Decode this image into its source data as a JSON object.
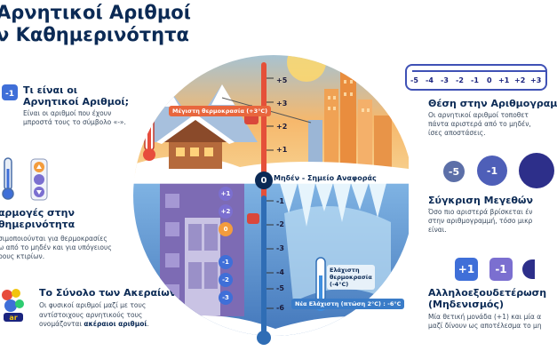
{
  "title_line1": "Αρνητικοί Αριθμοί",
  "title_line2": "ν Καθημερινότητα",
  "what": {
    "icon_text": "-1",
    "heading1": "Τι είναι οι",
    "heading2": "Αρνητικοί Αριθμοί;",
    "text1": "Είναι οι αριθμοί που έχουν",
    "text2": "μπροστά τους το σύμβολο «-»."
  },
  "applications": {
    "heading1": "αρμογές στην",
    "heading2": "θημερινότητα",
    "text1": "σιμοποιούνται για θερμοκρασίες",
    "text2": "ω από το μηδέν και για υπόγειους",
    "text3": "ρους κτιρίων."
  },
  "integers": {
    "heading": "Το Σύνολο των Ακεραίων",
    "text1": "Οι φυσικοί αριθμοί μαζί με τους",
    "text2": "αντίστοιχους αρνητικούς τους",
    "text3_pre": "ονομάζονται ",
    "text3_bold": "ακέραιοι αριθμοί",
    "text3_post": "."
  },
  "logo_text": "ar",
  "scene": {
    "max_temp": "Μέγιστη θερμοκρασία (+3°C)",
    "zero_label": "Μηδέν - Σημείο Αναφοράς",
    "zero_mark": "0",
    "min_temp1": "Ελάχιστη",
    "min_temp2": "θερμοκρασία",
    "min_temp3": "(-4°C)",
    "new_min": "Νέα Ελάχιστη (πτώση 2°C) : -6°C",
    "ticks_pos": [
      "+5",
      "+3",
      "+2",
      "+1"
    ],
    "ticks_neg": [
      "-1",
      "-2",
      "-3",
      "-4",
      "-5",
      "-6"
    ],
    "floors_up": [
      "+1",
      "+2"
    ],
    "floor_zero": "0",
    "floors_down": [
      "-1",
      "-2",
      "-3"
    ]
  },
  "number_line": {
    "ticks": [
      "-5",
      "-4",
      "-3",
      "-2",
      "-1",
      "0",
      "+1",
      "+2",
      "+3"
    ]
  },
  "position": {
    "heading": "Θέση στην Αριθμογραμ",
    "text1": "Οι αρνητικοί αριθμοί τοποθετ",
    "text2": "πάντα αριστερά από το μηδέν,",
    "text3": "ίσες αποστάσεις."
  },
  "compare": {
    "c1": "-5",
    "c2": "-1",
    "heading": "Σύγκριση Μεγεθών",
    "text1": "Όσο πιο αριστερά βρίσκεται έν",
    "text2": "στην αριθμογραμμή, τόσο μικρ",
    "text3": "είναι."
  },
  "cancel": {
    "s1": "+1",
    "s2": "-1",
    "heading1": "Αλληλοεξουδετέρωση",
    "heading2": "(Μηδενισμός)",
    "text1": "Μία θετική μονάδα (+1) και μία α",
    "text2": "μαζί δίνουν ως αποτέλεσμα το μη"
  },
  "colors": {
    "navy": "#0b2a55",
    "warm": "#f7a642",
    "cold": "#6fa8dc",
    "accent": "#3f51b5"
  }
}
